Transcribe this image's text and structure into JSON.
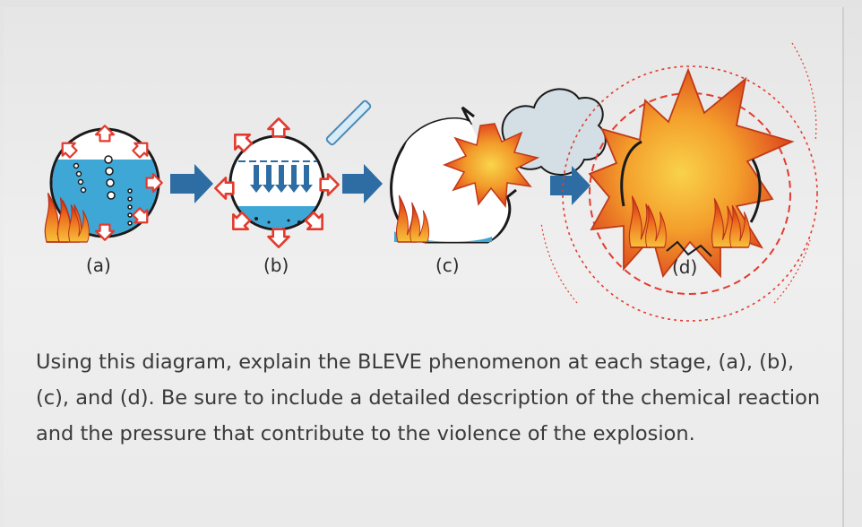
{
  "diagram": {
    "stages": [
      {
        "id": "a",
        "label": "(a)"
      },
      {
        "id": "b",
        "label": "(b)"
      },
      {
        "id": "c",
        "label": "(c)"
      },
      {
        "id": "d",
        "label": "(d)"
      }
    ]
  },
  "question": {
    "text": "Using this diagram, explain the BLEVE phenomenon at each stage, (a), (b), (c), and (d). Be sure to include a detailed description of the chemical reaction and the pressure that contribute to the violence of the explosion."
  },
  "colors": {
    "liquid": "#3fa7d6",
    "arrow_fill": "#2e6da4",
    "pressure_arrow": "#e23b2e",
    "flame_outer": "#e9601c",
    "flame_inner": "#f7c23a",
    "fireball": "#f2a22a",
    "cloud": "#c9d6dd"
  }
}
